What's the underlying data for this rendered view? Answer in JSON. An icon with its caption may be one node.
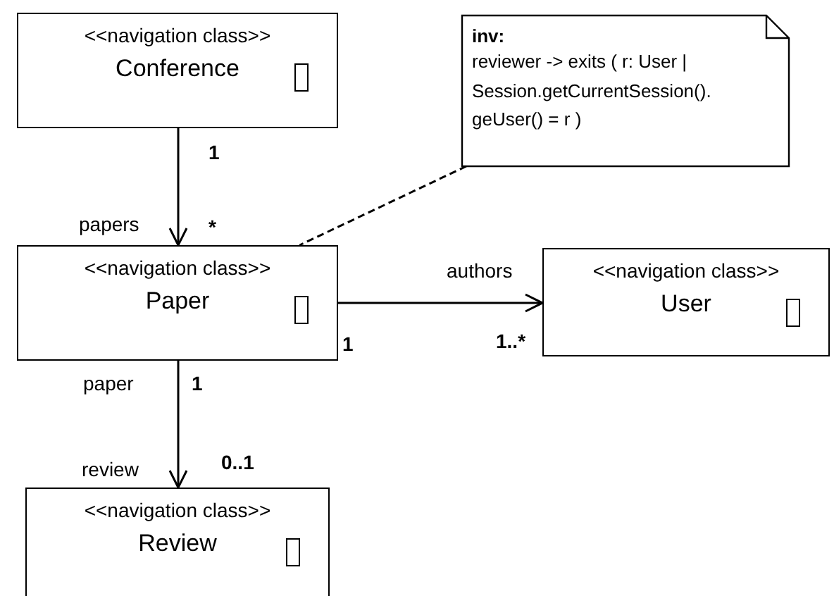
{
  "diagram": {
    "nodes": [
      {
        "text": [
          "<<navigation class>>",
          "Conference"
        ]
      },
      {
        "text": [
          "inv:",
          "reviewer -> exits ( r: User | Session.getCurrentSession(). geUser() = r )"
        ]
      },
      {
        "text": [
          "<<navigation class>>",
          "Paper"
        ]
      },
      {
        "text": [
          "<<navigation class>>",
          "User"
        ]
      },
      {
        "text": [
          "<<navigation class>>",
          "Review"
        ]
      }
    ],
    "edges": [
      {
        "from": 0,
        "to": 2,
        "arrow": "to"
      },
      {
        "from": 1,
        "to": 2,
        "arrow": "none",
        "style": "dashed"
      },
      {
        "from": 2,
        "to": 3,
        "arrow": "to"
      },
      {
        "from": 2,
        "to": 4,
        "arrow": "to"
      }
    ],
    "labels": [
      "1",
      "papers",
      "*",
      "authors",
      "1",
      "1..*",
      "paper",
      "1",
      "review",
      "0..1"
    ]
  }
}
